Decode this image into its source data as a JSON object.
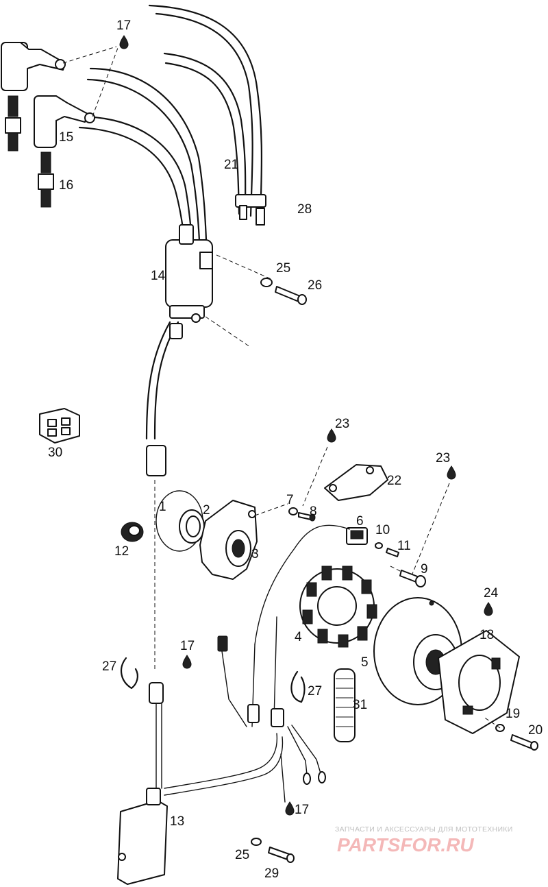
{
  "diagram": {
    "labels": {
      "l1": "1",
      "l2": "2",
      "l3": "3",
      "l4": "4",
      "l5": "5",
      "l6": "6",
      "l7": "7",
      "l8": "8",
      "l9": "9",
      "l10": "10",
      "l11": "11",
      "l12": "12",
      "l13": "13",
      "l14": "14",
      "l15": "15",
      "l16": "16",
      "l17a": "17",
      "l17b": "17",
      "l17c": "17",
      "l18": "18",
      "l19": "19",
      "l20": "20",
      "l21": "21",
      "l22": "22",
      "l23a": "23",
      "l23b": "23",
      "l24": "24",
      "l25a": "25",
      "l25b": "25",
      "l26": "26",
      "l27a": "27",
      "l27b": "27",
      "l28": "28",
      "l29": "29",
      "l30": "30",
      "l31": "31"
    }
  },
  "watermark": {
    "tagline": "ЗАПЧАСТИ И АКСЕССУАРЫ ДЛЯ МОТОТЕХНИКИ",
    "brand": "PARTSFOR.RU",
    "color": "#e86b6b"
  }
}
